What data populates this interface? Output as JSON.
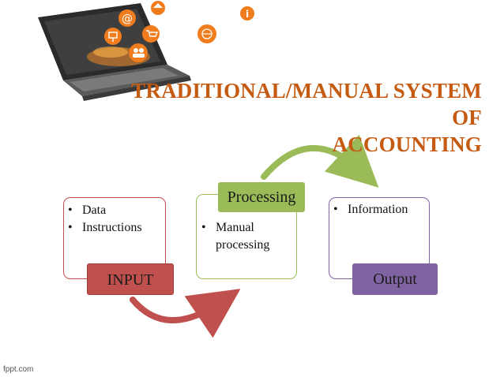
{
  "title": {
    "line1": "TRADITIONAL/MANUAL SYSTEM OF",
    "line2": "ACCOUNTING"
  },
  "diagram": {
    "input": {
      "label": "INPUT",
      "bullets": [
        "Data",
        "Instructions"
      ],
      "color": "#c0504d",
      "border": "#c0504d"
    },
    "processing": {
      "label": "Processing",
      "bullets": [
        "Manual processing"
      ],
      "color": "#9bbb59",
      "border": "#9bbb59"
    },
    "output": {
      "label": "Output",
      "bullets": [
        "Information"
      ],
      "color": "#8064a2",
      "border": "#8064a2"
    },
    "arrows": {
      "input_to_processing_color": "#c0504d",
      "processing_to_output_color": "#9bbb59"
    }
  },
  "decor": {
    "laptop_icons": [
      "email-icon",
      "network-icon",
      "cart-icon",
      "users-icon",
      "globe-icon",
      "home-icon",
      "info-icon"
    ]
  },
  "footer": "fppt.com"
}
